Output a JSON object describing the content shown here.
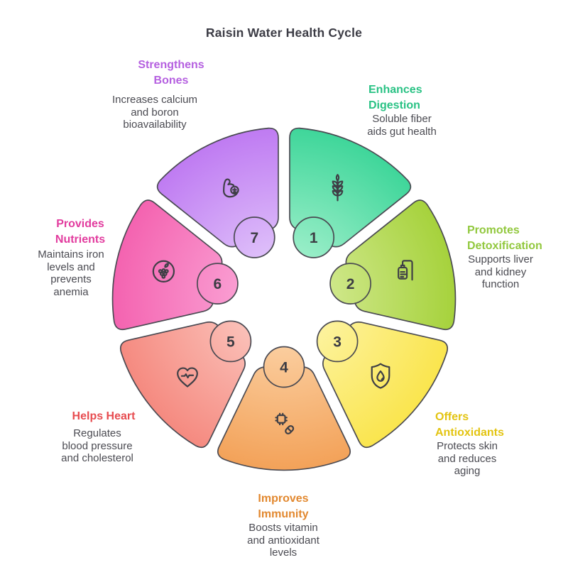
{
  "title": "Raisin Water Health Cycle",
  "title_color": "#3c3c45",
  "background": "#ffffff",
  "wheel": {
    "outline_color": "#4a4a52",
    "icon_color": "#3f3f46",
    "number_color": "#3d3d44",
    "description_color": "#4b4b52",
    "segments": [
      {
        "number": "1",
        "icon": "wheat-icon",
        "title": "Enhances Digestion",
        "title_lines": [
          "Enhances",
          "Digestion"
        ],
        "title_color": "#29c284",
        "description": "Soluble fiber aids gut health",
        "desc_lines": [
          "Soluble fiber",
          "aids gut health"
        ],
        "color": "#3fd69a",
        "color_light": "#9defca"
      },
      {
        "number": "2",
        "icon": "iv-drip-icon",
        "title": "Promotes Detoxification",
        "title_lines": [
          "Promotes",
          "Detoxification"
        ],
        "title_color": "#92c83e",
        "description": "Supports liver and kidney function",
        "desc_lines": [
          "Supports liver",
          "and kidney",
          "function"
        ],
        "color": "#a6d23c",
        "color_light": "#d0e88c"
      },
      {
        "number": "3",
        "icon": "shield-droplet-icon",
        "title": "Offers Antioxidants",
        "title_lines": [
          "Offers",
          "Antioxidants"
        ],
        "title_color": "#e3c411",
        "description": "Protects skin and reduces aging",
        "desc_lines": [
          "Protects skin",
          "and reduces",
          "aging"
        ],
        "color": "#fae54e",
        "color_light": "#fdf3a0"
      },
      {
        "number": "4",
        "icon": "pills-icon",
        "title": "Improves Immunity",
        "title_lines": [
          "Improves",
          "Immunity"
        ],
        "title_color": "#e2882f",
        "description": "Boosts vitamin and antioxidant levels",
        "desc_lines": [
          "Boosts vitamin",
          "and antioxidant",
          "levels"
        ],
        "color": "#f3a259",
        "color_light": "#fbcfa1"
      },
      {
        "number": "5",
        "icon": "heart-pulse-icon",
        "title": "Helps Heart",
        "title_lines": [
          "Helps Heart"
        ],
        "title_color": "#e74c50",
        "description": "Regulates blood pressure and cholesterol",
        "desc_lines": [
          "Regulates",
          "blood pressure",
          "and cholesterol"
        ],
        "color": "#f58a80",
        "color_light": "#fbc2ba"
      },
      {
        "number": "6",
        "icon": "grapes-icon",
        "title": "Provides Nutrients",
        "title_lines": [
          "Provides",
          "Nutrients"
        ],
        "title_color": "#e23b9e",
        "description": "Maintains iron levels and prevents anemia",
        "desc_lines": [
          "Maintains iron",
          "levels and",
          "prevents",
          "anemia"
        ],
        "color": "#f463b0",
        "color_light": "#fa9fd3"
      },
      {
        "number": "7",
        "icon": "muscle-arm-icon",
        "title": "Strengthens Bones",
        "title_lines": [
          "Strengthens",
          "Bones"
        ],
        "title_color": "#b560e0",
        "description": "Increases calcium and boron bioavailability",
        "desc_lines": [
          "Increases calcium",
          "and boron",
          "bioavailability"
        ],
        "color": "#bf7bf2",
        "color_light": "#dfc1fa"
      }
    ]
  }
}
